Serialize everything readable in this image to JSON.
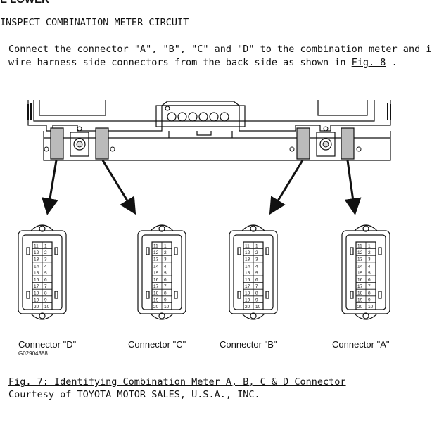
{
  "header_cut": "E LOWER",
  "step_title": "INSPECT COMBINATION METER CIRCUIT",
  "instruction": {
    "line1": "Connect the connector \"A\", \"B\", \"C\" and \"D\" to the combination meter and in",
    "line2_pre": "wire harness side connectors from the back side as shown in ",
    "line2_link": "Fig. 8",
    "line2_post": " ."
  },
  "connectors": [
    {
      "label": "Connector \"D\""
    },
    {
      "label": "Connector \"C\""
    },
    {
      "label": "Connector \"B\""
    },
    {
      "label": "Connector \"A\""
    }
  ],
  "pins_left": [
    "11",
    "12",
    "13",
    "14",
    "15",
    "16",
    "17",
    "18",
    "19",
    "20"
  ],
  "pins_right": [
    "1",
    "2",
    "3",
    "4",
    "5",
    "6",
    "7",
    "8",
    "9",
    "10"
  ],
  "figure_id": "G02904388",
  "caption": "Fig. 7: Identifying Combination Meter A, B, C & D Connector",
  "courtesy": "Courtesy of TOYOTA MOTOR SALES, U.S.A., INC."
}
